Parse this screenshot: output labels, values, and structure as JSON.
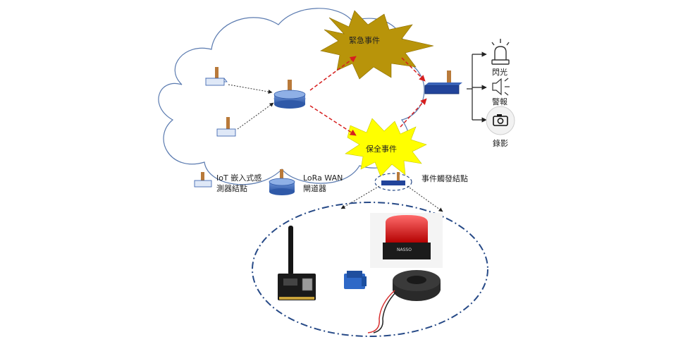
{
  "events": {
    "emergency": "緊急事件",
    "security": "保全事件"
  },
  "outputs": {
    "flash": "閃光",
    "alarm": "警報",
    "record": "錄影"
  },
  "legend": {
    "sensor_line1": "IoT 嵌入式感",
    "sensor_line2": "測器結點",
    "gateway_line1": "LoRa WAN",
    "gateway_line2": "閘道器"
  },
  "trigger_node": {
    "label": "事件觸發結點"
  },
  "hardware": {
    "light_brand": "NASSO"
  },
  "colors": {
    "cloud_stroke": "#5b7bb0",
    "starburst_fill": "#ffff00",
    "emergency_fill": "#b8940a",
    "arrow_red": "#d61f1f",
    "node_blue": "#2f59a8",
    "antenna": "#b97a3a",
    "ellipse_stroke": "#274a87"
  },
  "icons": [
    "flash-light-icon",
    "speaker-alarm-icon",
    "camera-icon"
  ]
}
